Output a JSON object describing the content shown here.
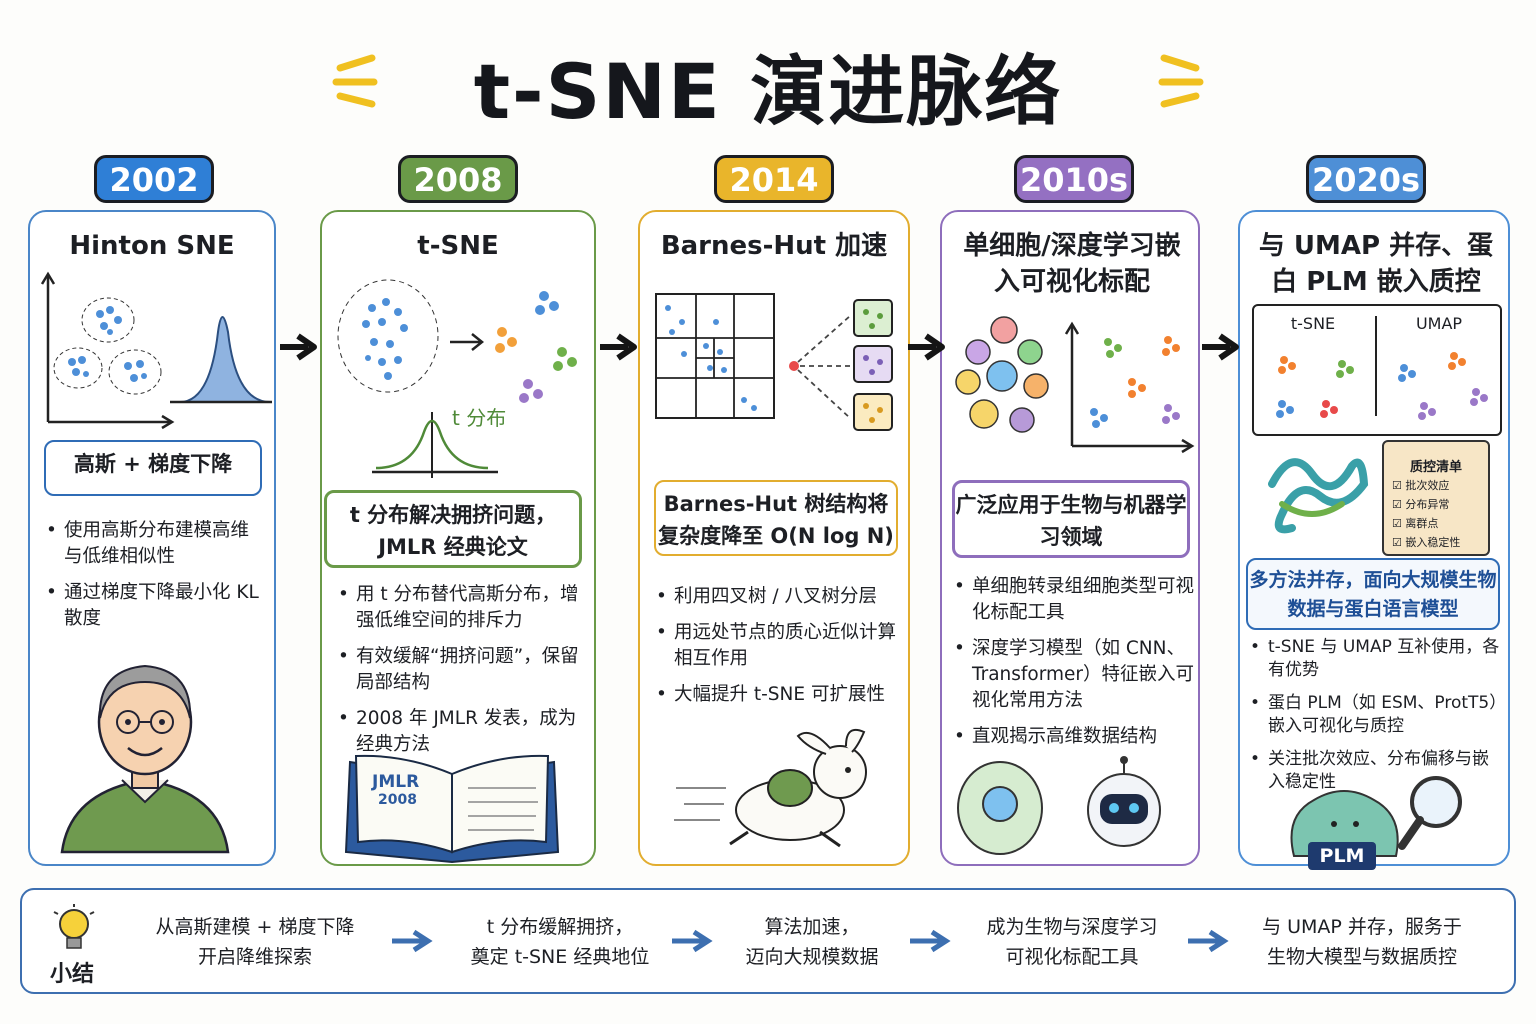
{
  "title": "t-SNE 演进脉络",
  "colors": {
    "c2002": "#2f7fd6",
    "c2008": "#6a9a48",
    "c2014": "#e9b52b",
    "c2010s": "#9470c2",
    "c2020s": "#4e8fd6"
  },
  "stages": [
    {
      "year": "2002",
      "title": "Hinton SNE",
      "box": "高斯 + 梯度下降",
      "bullets": [
        "使用高斯分布建模高维与低维相似性",
        "通过梯度下降最小化 KL 散度"
      ]
    },
    {
      "year": "2008",
      "title": "t-SNE",
      "plot_label": "t 分布",
      "box": "t 分布解决拥挤问题，JMLR 经典论文",
      "bullets": [
        "用 t 分布替代高斯分布，增强低维空间的排斥力",
        "有效缓解“拥挤问题”，保留局部结构",
        "2008 年 JMLR 发表，成为经典方法"
      ],
      "book_label": "JMLR",
      "book_year": "2008"
    },
    {
      "year": "2014",
      "title": "Barnes-Hut 加速",
      "box": "Barnes-Hut 树结构将复杂度降至 O(N log N)",
      "bullets": [
        "利用四叉树 / 八叉树分层",
        "用远处节点的质心近似计算相互作用",
        "大幅提升 t-SNE 可扩展性"
      ]
    },
    {
      "year": "2010s",
      "title": "单细胞/深度学习嵌入可视化标配",
      "box": "广泛应用于生物与机器学习领域",
      "bullets": [
        "单细胞转录组细胞类型可视化标配工具",
        "深度学习模型（如 CNN、Transformer）特征嵌入可视化常用方法",
        "直观揭示高维数据结构"
      ]
    },
    {
      "year": "2020s",
      "title": "与 UMAP 并存、蛋白 PLM 嵌入质控",
      "panel_left": "t-SNE",
      "panel_right": "UMAP",
      "checklist_title": "质控清单",
      "checklist": [
        "批次效应",
        "分布异常",
        "离群点",
        "嵌入稳定性"
      ],
      "box": "多方法并存，面向大规模生物数据与蛋白语言模型",
      "bullets": [
        "t-SNE 与 UMAP 互补使用，各有优势",
        "蛋白 PLM（如 ESM、ProtT5）嵌入可视化与质控",
        "关注批次效应、分布偏移与嵌入稳定性"
      ],
      "badge": "PLM"
    }
  ],
  "summary": {
    "label": "小结",
    "steps": [
      [
        "从高斯建模 + 梯度下降",
        "开启降维探索"
      ],
      [
        "t 分布缓解拥挤，",
        "奠定 t-SNE 经典地位"
      ],
      [
        "算法加速，",
        "迈向大规模数据"
      ],
      [
        "成为生物与深度学习",
        "可视化标配工具"
      ],
      [
        "与 UMAP 并存，服务于",
        "生物大模型与数据质控"
      ]
    ]
  }
}
